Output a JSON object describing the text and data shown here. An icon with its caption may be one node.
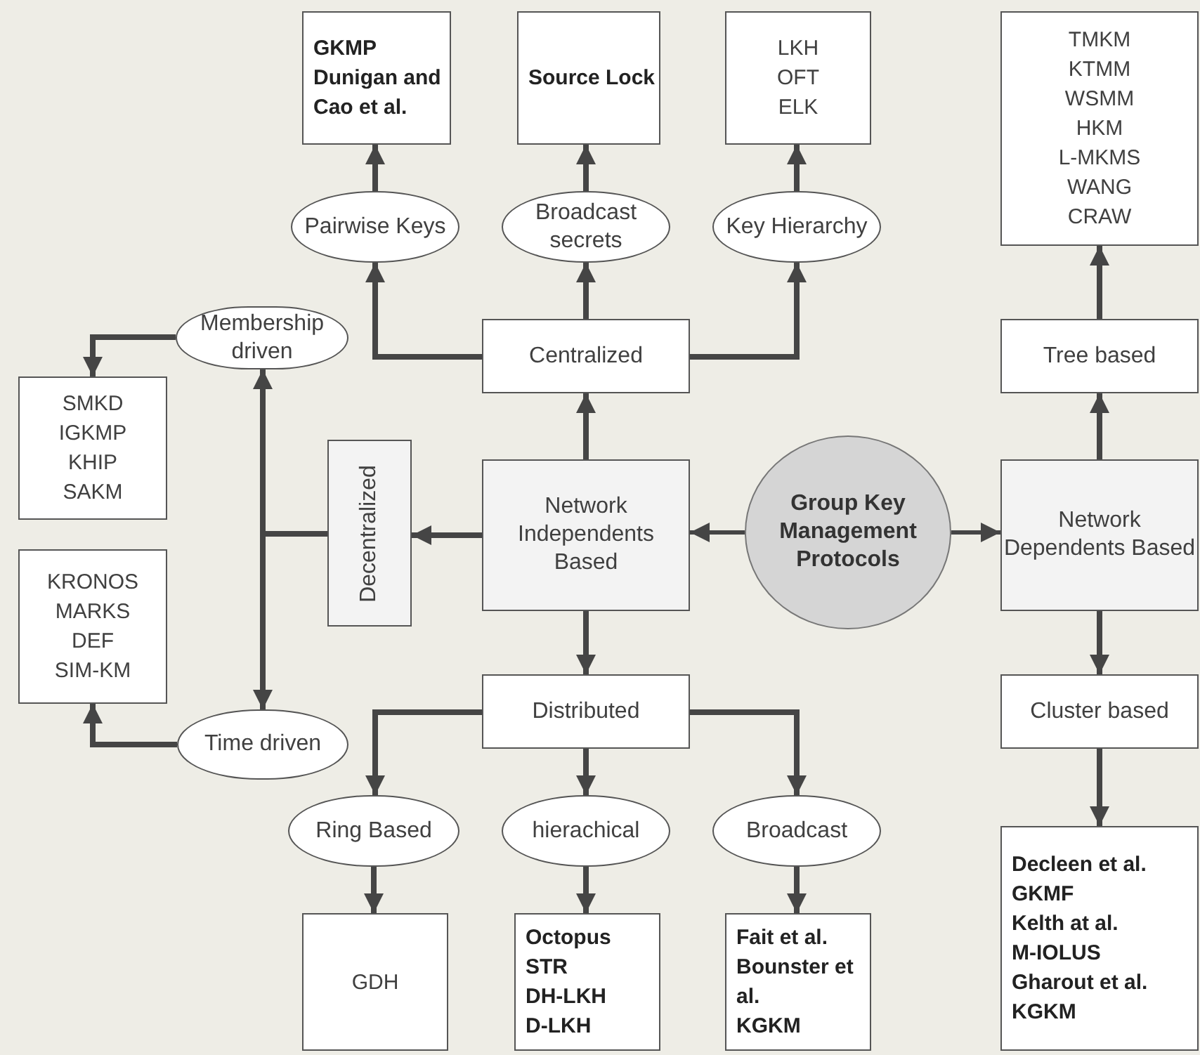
{
  "diagram": {
    "nodes": [
      {
        "text": [
          "Group Key Management Protocols"
        ]
      },
      {
        "text": [
          "Network Independents Based"
        ]
      },
      {
        "text": [
          "Network Dependents Based"
        ]
      },
      {
        "text": [
          "Centralized"
        ]
      },
      {
        "text": [
          "Decentralized"
        ]
      },
      {
        "text": [
          "Distributed"
        ]
      },
      {
        "text": [
          "Pairwise Keys"
        ]
      },
      {
        "text": [
          "Broadcast secrets"
        ]
      },
      {
        "text": [
          "Key Hierarchy"
        ]
      },
      {
        "text": [
          "GKMP",
          "Dunigan and Cao et al."
        ]
      },
      {
        "text": [
          "Source Lock"
        ]
      },
      {
        "text": [
          "LKH",
          "OFT",
          "ELK"
        ]
      },
      {
        "text": [
          "TMKM",
          "KTMM",
          "WSMM",
          "HKM",
          "L-MKMS",
          "WANG",
          "CRAW"
        ]
      },
      {
        "text": [
          "Tree based"
        ]
      },
      {
        "text": [
          "Cluster based"
        ]
      },
      {
        "text": [
          "Decleen et al.",
          "GKMF",
          "Kelth at al.",
          "M-IOLUS",
          "Gharout et al.",
          "KGKM"
        ]
      },
      {
        "text": [
          "Membership driven"
        ]
      },
      {
        "text": [
          "SMKD",
          "IGKMP",
          "KHIP",
          "SAKM"
        ]
      },
      {
        "text": [
          "Time driven"
        ]
      },
      {
        "text": [
          "KRONOS",
          "MARKS",
          "DEF",
          "SIM-KM"
        ]
      },
      {
        "text": [
          "Ring Based"
        ]
      },
      {
        "text": [
          "hierachical"
        ]
      },
      {
        "text": [
          "Broadcast"
        ]
      },
      {
        "text": [
          "GDH"
        ]
      },
      {
        "text": [
          "Octopus",
          "STR",
          "DH-LKH",
          "D-LKH"
        ]
      },
      {
        "text": [
          "Fait et al.",
          "Bounster et al.",
          "KGKM"
        ]
      }
    ],
    "edges": [
      {
        "from": 0,
        "to": 1,
        "arrow": "to"
      },
      {
        "from": 0,
        "to": 2,
        "arrow": "to"
      },
      {
        "from": 1,
        "to": 3,
        "arrow": "to"
      },
      {
        "from": 1,
        "to": 4,
        "arrow": "to"
      },
      {
        "from": 1,
        "to": 5,
        "arrow": "to"
      },
      {
        "from": 3,
        "to": 6,
        "arrow": "to"
      },
      {
        "from": 3,
        "to": 7,
        "arrow": "to"
      },
      {
        "from": 3,
        "to": 8,
        "arrow": "to"
      },
      {
        "from": 6,
        "to": 9,
        "arrow": "to"
      },
      {
        "from": 7,
        "to": 10,
        "arrow": "to"
      },
      {
        "from": 8,
        "to": 11,
        "arrow": "to"
      },
      {
        "from": 2,
        "to": 13,
        "arrow": "to"
      },
      {
        "from": 13,
        "to": 12,
        "arrow": "to"
      },
      {
        "from": 2,
        "to": 14,
        "arrow": "to"
      },
      {
        "from": 14,
        "to": 15,
        "arrow": "to"
      },
      {
        "from": 4,
        "to": 16,
        "arrow": "to"
      },
      {
        "from": 4,
        "to": 18,
        "arrow": "to"
      },
      {
        "from": 16,
        "to": 17,
        "arrow": "to"
      },
      {
        "from": 18,
        "to": 19,
        "arrow": "to"
      },
      {
        "from": 5,
        "to": 20,
        "arrow": "to"
      },
      {
        "from": 5,
        "to": 21,
        "arrow": "to"
      },
      {
        "from": 5,
        "to": 22,
        "arrow": "to"
      },
      {
        "from": 20,
        "to": 23,
        "arrow": "to"
      },
      {
        "from": 21,
        "to": 24,
        "arrow": "to"
      },
      {
        "from": 22,
        "to": 25,
        "arrow": "to"
      }
    ]
  }
}
